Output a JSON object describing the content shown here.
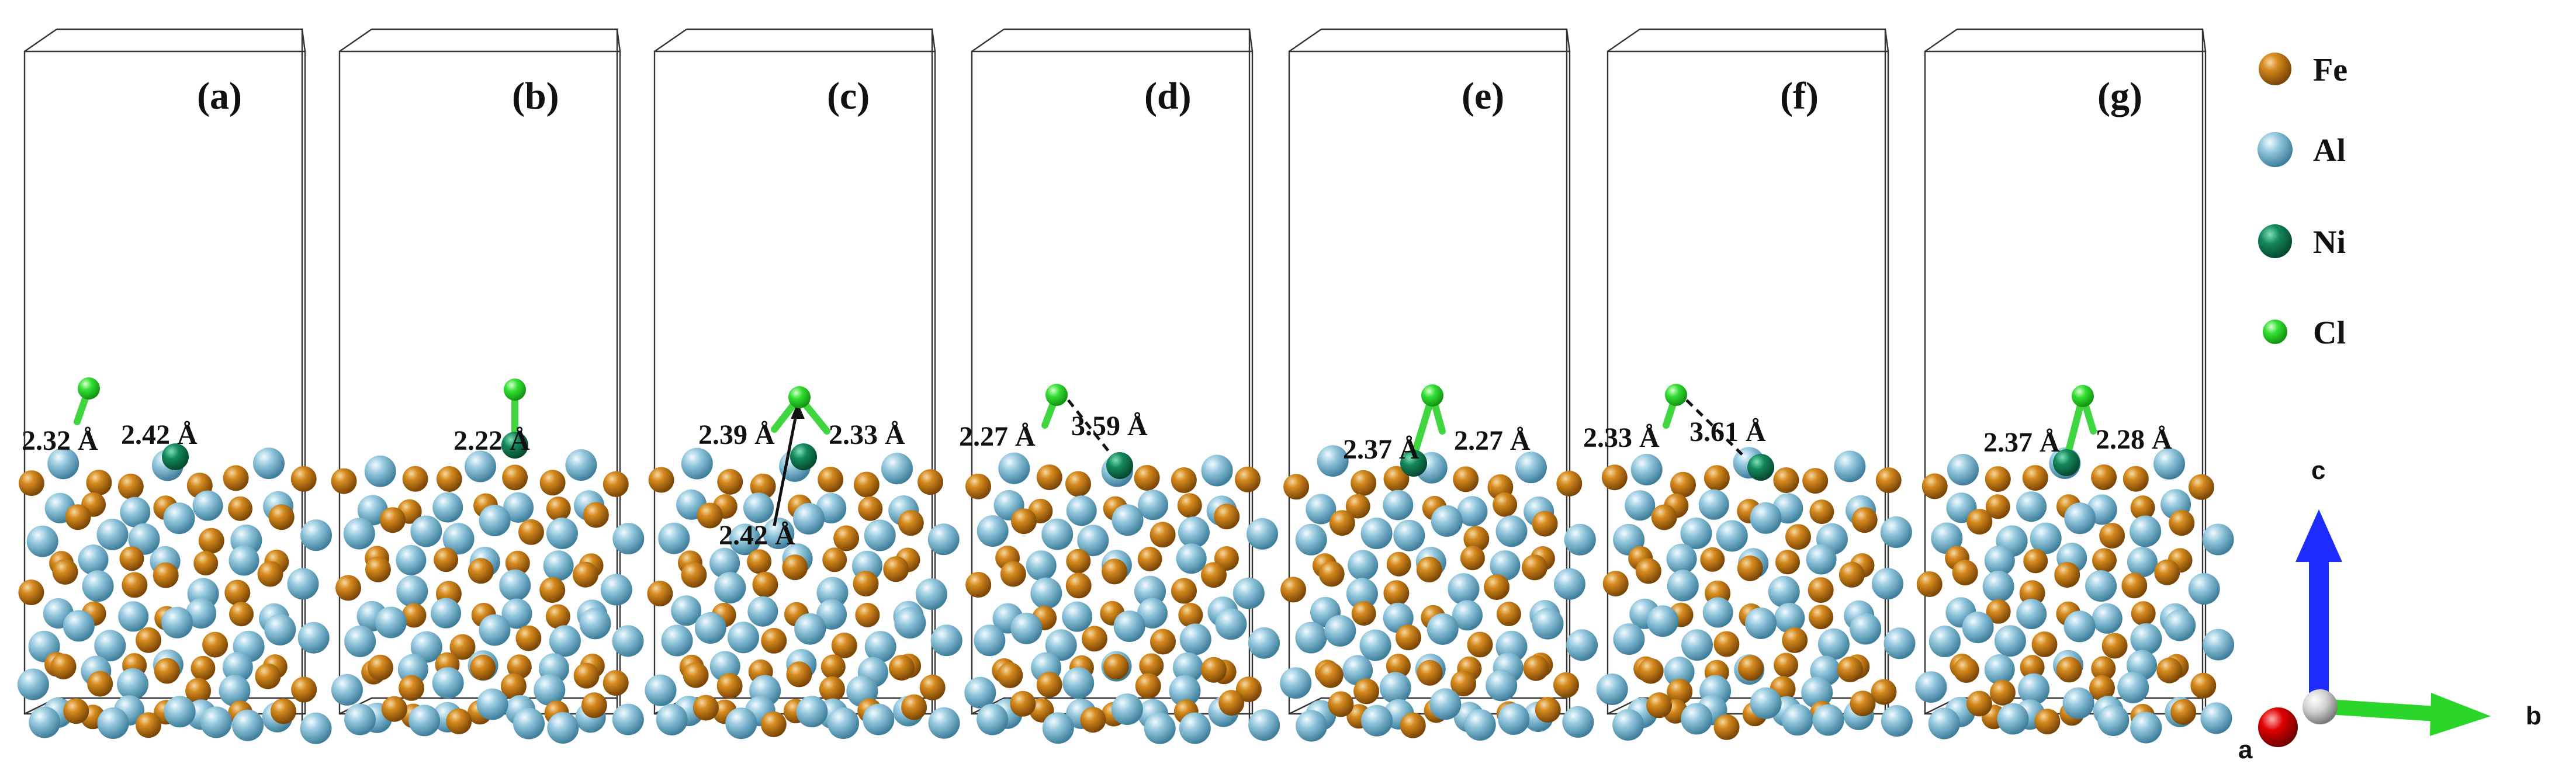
{
  "colors": {
    "fe": "#c77a11",
    "al": "#8fc2d9",
    "ni": "#15805a",
    "cl": "#2bdc2b",
    "bond_cl": "#3fd63f",
    "axis_a": "#e00000",
    "axis_b": "#2bd62b",
    "axis_c": "#1e2cff",
    "origin": "#cfcfcf"
  },
  "legend": [
    {
      "label": "Fe",
      "color": "#c77a11"
    },
    {
      "label": "Al",
      "color": "#8fc2d9"
    },
    {
      "label": "Ni",
      "color": "#15805a"
    },
    {
      "label": "Cl",
      "color": "#2bdc2b"
    }
  ],
  "axes": {
    "a": "a",
    "b": "b",
    "c": "c"
  },
  "panels": [
    {
      "label": "(a)",
      "distances": [
        "2.32 Å",
        "2.42 Å"
      ]
    },
    {
      "label": "(b)",
      "distances": [
        "2.22 Å"
      ]
    },
    {
      "label": "(c)",
      "distances": [
        "2.39 Å",
        "2.33 Å",
        "2.42 Å"
      ]
    },
    {
      "label": "(d)",
      "distances": [
        "2.27 Å",
        "3.59 Å"
      ]
    },
    {
      "label": "(e)",
      "distances": [
        "2.37 Å",
        "2.27 Å"
      ]
    },
    {
      "label": "(f)",
      "distances": [
        "2.33 Å",
        "3.61 Å"
      ]
    },
    {
      "label": "(g)",
      "distances": [
        "2.37 Å",
        "2.28 Å"
      ]
    }
  ]
}
